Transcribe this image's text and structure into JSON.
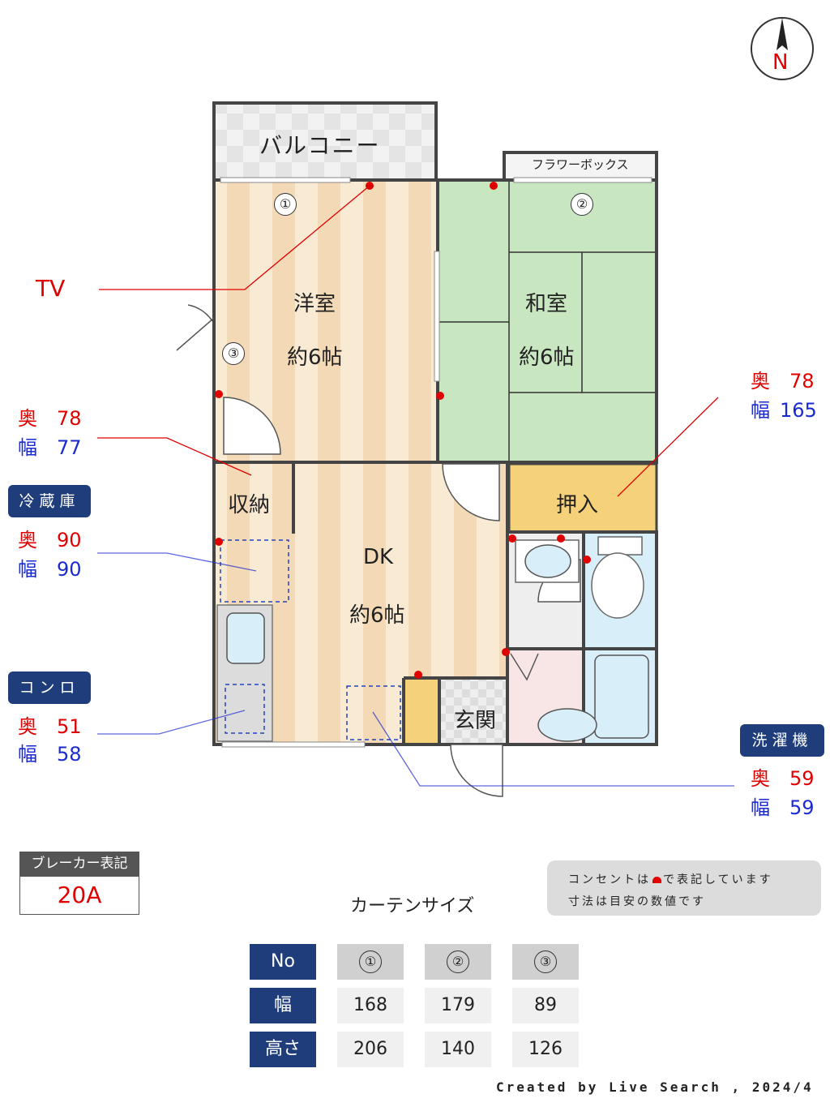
{
  "compass": {
    "label": "N"
  },
  "rooms": {
    "balcony": "バルコニー",
    "flower_box": "フラワーボックス",
    "western_room": {
      "name": "洋室",
      "size": "約6帖"
    },
    "japanese_room": {
      "name": "和室",
      "size": "約6帖"
    },
    "dk": {
      "name": "DK",
      "size": "約6帖"
    },
    "storage": "収納",
    "closet": "押入",
    "entrance": "玄関"
  },
  "window_markers": [
    "①",
    "②",
    "③"
  ],
  "callouts": {
    "tv": "TV",
    "storage_dims": {
      "depth_label": "奥",
      "depth": "78",
      "width_label": "幅",
      "width": "77"
    },
    "closet_dims": {
      "depth_label": "奥",
      "depth": "78",
      "width_label": "幅",
      "width": "165"
    },
    "fridge": {
      "title": "冷蔵庫",
      "depth_label": "奥",
      "depth": "90",
      "width_label": "幅",
      "width": "90"
    },
    "stove": {
      "title": "コンロ",
      "depth_label": "奥",
      "depth": "51",
      "width_label": "幅",
      "width": "58"
    },
    "washer": {
      "title": "洗濯機",
      "depth_label": "奥",
      "depth": "59",
      "width_label": "幅",
      "width": "59"
    }
  },
  "breaker": {
    "title": "ブレーカー表記",
    "value": "20A"
  },
  "notes": {
    "line1_a": "コンセントは",
    "line1_b": "で表記しています",
    "line2": "寸法は目安の数値です"
  },
  "curtain": {
    "title": "カーテンサイズ",
    "row_headers": [
      "No",
      "幅",
      "高さ"
    ],
    "columns": [
      {
        "no": "①",
        "width": "168",
        "height": "206"
      },
      {
        "no": "②",
        "width": "179",
        "height": "140"
      },
      {
        "no": "③",
        "width": "89",
        "height": "126"
      }
    ]
  },
  "footer": "Created by Live Search , 2024/4",
  "colors": {
    "outlet": "#e00000",
    "accent_blue": "#1e3d7a",
    "floor": "#f5dfbd",
    "tatami": "#c8e6c0",
    "storage": "#f5d27a"
  }
}
